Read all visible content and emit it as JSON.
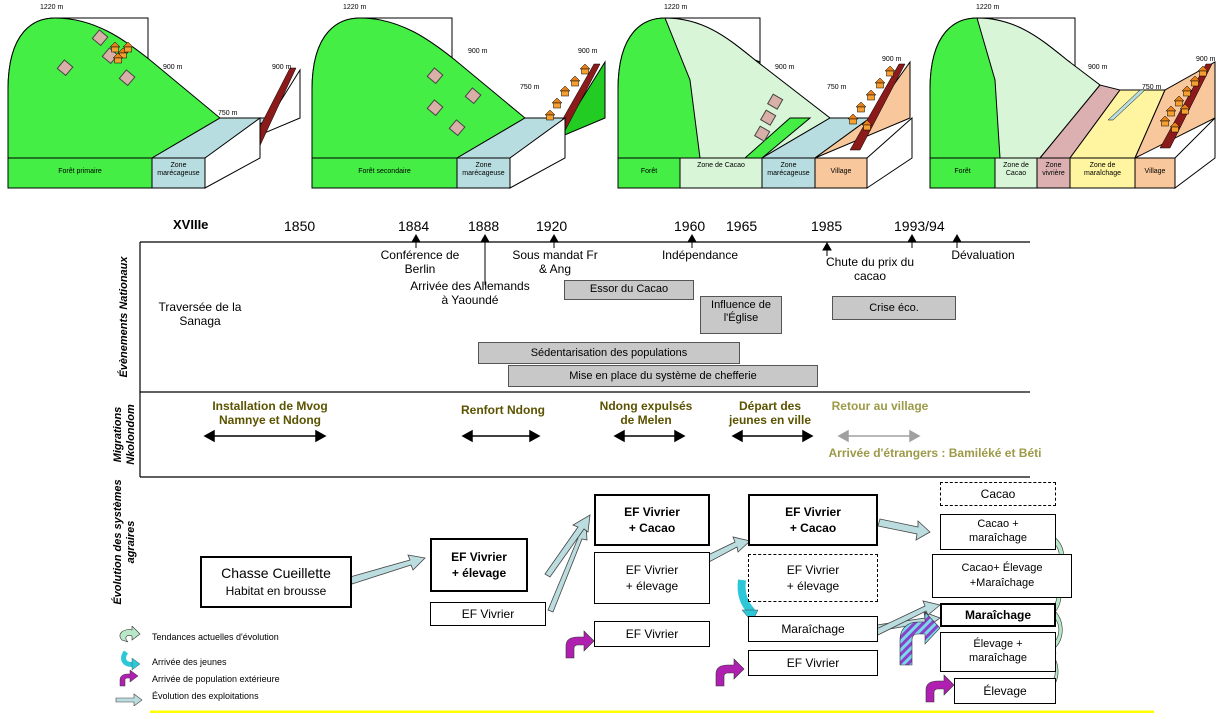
{
  "panels": [
    {
      "heights": {
        "top": "1220 m",
        "mid": "900 m",
        "low": "750 m",
        "right": "900 m"
      },
      "zones": [
        "Forêt primaire",
        "Zone marécageuse"
      ]
    },
    {
      "heights": {
        "top": "1220 m",
        "mid": "900 m",
        "low": "750 m",
        "right": "900 m"
      },
      "zones": [
        "Forêt secondaire",
        "Zone marécageuse"
      ]
    },
    {
      "heights": {
        "top": "1220 m",
        "mid": "900 m",
        "low": "750 m",
        "right": "900 m"
      },
      "zones": [
        "Forêt",
        "Zone de Cacao",
        "Zone marécageuse",
        "Village"
      ]
    },
    {
      "heights": {
        "top": "1220 m",
        "mid": "900 m",
        "low": "750 m",
        "right": "900 m"
      },
      "zones": [
        "Forêt",
        "Zone de Cacao",
        "Zone vivrière",
        "Zone de maraîchage",
        "Village"
      ]
    }
  ],
  "timeline": {
    "years": [
      "XVIIIe",
      "1850",
      "1884",
      "1888",
      "1920",
      "1960",
      "1965",
      "1985",
      "1993/94"
    ],
    "events": [
      "Conférence de Berlin",
      "Arrivée des Allemands à Yaoundé",
      "Sous mandat Fr & Ang",
      "Indépendance",
      "Chute du prix du cacao",
      "Dévaluation"
    ]
  },
  "section_labels": {
    "national": "Évènements Nationaux",
    "migrations": "Migrations Nkolondom",
    "systems": "Évolution des systèmes agraires"
  },
  "national": {
    "traversee": "Traversée de la Sanaga",
    "boxes": [
      "Essor du Cacao",
      "Influence de l'Église",
      "Crise éco.",
      "Sédentarisation des populations",
      "Mise en place du système de chefferie"
    ]
  },
  "migrations": {
    "items": [
      "Installation de Mvog Namnye et Ndong",
      "Renfort Ndong",
      "Ndong expulsés de Melen",
      "Départ des jeunes en ville",
      "Retour au village"
    ],
    "arrival": "Arrivée d'étrangers : Bamiléké et Béti"
  },
  "systems": {
    "chasse": [
      "Chasse Cueillette",
      "Habitat en brousse"
    ],
    "ef_vivrier_elevage": [
      "EF Vivrier",
      "+ élevage"
    ],
    "ef_vivrier": "EF Vivrier",
    "ef_vivrier_cacao": [
      "EF Vivrier",
      "+ Cacao"
    ],
    "maraichage": "Maraîchage",
    "cacao": "Cacao",
    "cacao_mar": [
      "Cacao +",
      "maraîchage"
    ],
    "cacao_mar2": [
      "Cacao+ Élevage",
      "+Maraîchage"
    ],
    "elevage_mar": [
      "Élevage +",
      "maraîchage"
    ],
    "elevage": "Élevage"
  },
  "legend": [
    {
      "label": "Tendances actuelles d'évolution",
      "icon": "curved-green-arrow"
    },
    {
      "label": "Arrivée des jeunes",
      "icon": "curved-cyan-arrow"
    },
    {
      "label": "Arrivée de population extérieure",
      "icon": "curved-purple-arrow"
    },
    {
      "label": "Évolution des exploitations",
      "icon": "straight-lightblue-arrow"
    }
  ],
  "colors": {
    "forest": "#44ee44",
    "forest_light": "#d8f5d8",
    "swamp": "#b8dde0",
    "village": "#f8c89c",
    "vivriere": "#dcb0b0",
    "maraichage": "#fff5a0",
    "box_gray": "#c8c8c8",
    "olive_text": "#5b5300",
    "khaki_text": "#9c9a47",
    "legend_line": "#ffff00"
  }
}
